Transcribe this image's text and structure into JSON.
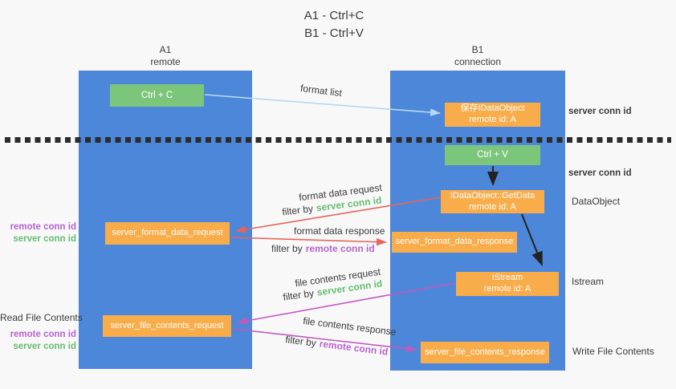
{
  "title": {
    "line1": "A1 - Ctrl+C",
    "line2": "B1 - Ctrl+V"
  },
  "columns": {
    "left": {
      "id": "A1",
      "sub": "remote"
    },
    "right": {
      "id": "B1",
      "sub": "connection"
    }
  },
  "nodes": {
    "ctrl_c": {
      "label": "Ctrl + C"
    },
    "save_idataobject": {
      "label": "保存IDataObject",
      "sublabel": "remote id: A"
    },
    "ctrl_v": {
      "label": "Ctrl + V"
    },
    "getdata": {
      "label": "IDataObject::GetData",
      "sublabel": "remote id: A"
    },
    "server_format_data_request": {
      "label": "server_format_data_request"
    },
    "server_format_data_response": {
      "label": "server_format_data_response"
    },
    "istream": {
      "label": "IStream",
      "sublabel": "remote id: A"
    },
    "server_file_contents_request": {
      "label": "server_file_contents_request"
    },
    "server_file_contents_response": {
      "label": "server_file_contents_response"
    }
  },
  "flow": {
    "format_list": "format list",
    "format_data_request": "format data request",
    "filter_req1": {
      "prefix": "filter by",
      "key": "server conn id"
    },
    "format_data_response": "format data response",
    "filter_resp1": {
      "prefix": "filter by",
      "key": "remote conn id"
    },
    "file_contents_request": "file contents request",
    "filter_req2": {
      "prefix": "filter by",
      "key": "server conn id"
    },
    "file_contents_response": "file contents response",
    "filter_resp2": {
      "prefix": "filter by",
      "key": "remote conn id"
    }
  },
  "side": {
    "left": {
      "remote_conn_id": "remote conn id",
      "server_conn_id": "server conn id",
      "read_file_contents": "Read File Contents",
      "remote_conn_id_2": "remote conn id",
      "server_conn_id_2": "server conn id"
    },
    "right": {
      "server_conn_id_top": "server conn id",
      "server_conn_id_mid": "server conn id",
      "dataobject": "DataObject",
      "istream": "Istream",
      "write_file_contents": "Write File Contents"
    }
  },
  "edges": [
    {
      "from": "ctrl_c",
      "to": "save_idataobject",
      "label": "format list",
      "color": "#b5d9f2"
    },
    {
      "from": "ctrl_v",
      "to": "getdata",
      "label": "",
      "color": "#222222"
    },
    {
      "from": "getdata",
      "to": "server_format_data_request",
      "label": "format data request, filter by server conn id",
      "color": "#e4655c"
    },
    {
      "from": "server_format_data_request",
      "to": "server_format_data_response",
      "label": "format data response, filter by remote conn id",
      "color": "#e4655c"
    },
    {
      "from": "getdata",
      "to": "istream",
      "label": "",
      "color": "#222222"
    },
    {
      "from": "istream",
      "to": "server_file_contents_request",
      "label": "file contents request, filter by server conn id",
      "color": "#c159bd"
    },
    {
      "from": "server_file_contents_request",
      "to": "server_file_contents_response",
      "label": "file contents response, filter by remote conn id",
      "color": "#c159bd"
    }
  ],
  "colors": {
    "lane_blue": "#4d87d9",
    "node_green": "#7cc67c",
    "node_orange": "#f8ac4a",
    "arrow_light_blue": "#b5d9f2",
    "arrow_salmon": "#e4655c",
    "arrow_magenta": "#c159bd",
    "arrow_black": "#222222",
    "text_green": "#65bd71",
    "text_purple": "#b863cf",
    "text_dark": "#3b3b3b",
    "background": "#f8f8f9"
  }
}
